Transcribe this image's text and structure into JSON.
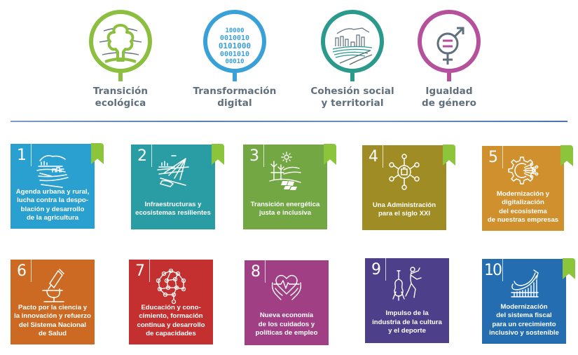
{
  "pillars": [
    {
      "id": "ecologica",
      "label_line1": "Transición",
      "label_line2": "ecológica",
      "icon": "tree-globe-icon",
      "color": "#8cbf3f"
    },
    {
      "id": "digital",
      "label_line1": "Transformación",
      "label_line2": "digital",
      "icon": "binary-globe-icon",
      "color": "#3aa0d8"
    },
    {
      "id": "cohesion",
      "label_line1": "Cohesión social",
      "label_line2": "y territorial",
      "icon": "city-landscape-icon",
      "color": "#2a9a8c"
    },
    {
      "id": "igualdad",
      "label_line1": "Igualdad",
      "label_line2": "de género",
      "icon": "gender-equality-icon",
      "color": "#b5509d"
    }
  ],
  "binary_rows": [
    "10000",
    "0010010",
    "0101000",
    "0001010",
    "00010"
  ],
  "policies": [
    {
      "number": "1",
      "lines": [
        "Agenda urbana y rural,",
        "lucha contra la despo-",
        "blación y desarrollo",
        "de la agricultura"
      ],
      "color": "#2aa0d0",
      "icon": "rural-landscape-icon",
      "ribbon": true
    },
    {
      "number": "2",
      "lines": [
        "Infraestructuras y",
        "ecosistemas resilientes"
      ],
      "color": "#2a9ca3",
      "icon": "bridge-train-icon",
      "ribbon": true
    },
    {
      "number": "3",
      "lines": [
        "Transición energética",
        "justa e inclusiva"
      ],
      "color": "#73a744",
      "icon": "renewable-energy-icon",
      "ribbon": true
    },
    {
      "number": "4",
      "lines": [
        "Una Administración",
        "para el siglo XXI"
      ],
      "color": "#a08c24",
      "icon": "network-admin-icon",
      "ribbon": true
    },
    {
      "number": "5",
      "lines": [
        "Modernización y",
        "digitalización",
        "del ecosistema",
        "de nuestras empresas"
      ],
      "color": "#d0902e",
      "icon": "gear-digital-icon",
      "ribbon": true
    },
    {
      "number": "6",
      "lines": [
        "Pacto por la ciencia y",
        "la innovación y refuerzo",
        "del Sistema Nacional",
        "de Salud"
      ],
      "color": "#cc6a24",
      "icon": "microscope-icon",
      "ribbon": false
    },
    {
      "number": "7",
      "lines": [
        "Educación y cono-",
        "cimiento, formación",
        "continua y desarrollo",
        "de capacidades"
      ],
      "color": "#c3302f",
      "icon": "brain-network-icon",
      "ribbon": false
    },
    {
      "number": "8",
      "lines": [
        "Nueva economía",
        "de los cuidados y",
        "políticas de empleo"
      ],
      "color": "#a03f83",
      "icon": "heart-hands-icon",
      "ribbon": false
    },
    {
      "number": "9",
      "lines": [
        "Impulso de la",
        "industria de la cultura",
        "y el deporte"
      ],
      "color": "#4e3f8a",
      "icon": "violin-athlete-icon",
      "ribbon": false
    },
    {
      "number": "10",
      "lines": [
        "Modernización",
        "del sistema fiscal",
        "para un crecimiento",
        "inclusivo y sostenible"
      ],
      "color": "#246db0",
      "icon": "growth-chart-icon",
      "ribbon": true
    }
  ],
  "accent_colors": {
    "ribbon": "#8cc43c",
    "divider": "#5b7fb8",
    "pillar_text": "#5f6f7c"
  }
}
